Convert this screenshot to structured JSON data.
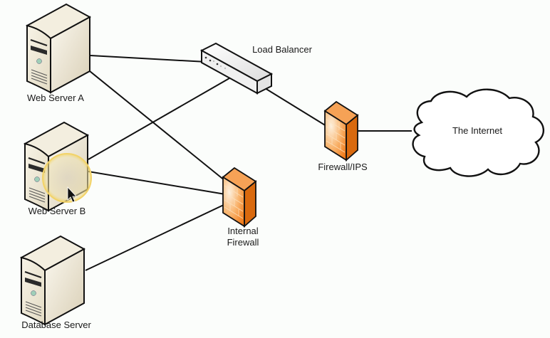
{
  "diagram": {
    "title": "Network Topology",
    "nodes": [
      {
        "id": "web_a",
        "label": "Web Server A",
        "type": "server"
      },
      {
        "id": "web_b",
        "label": "Web Server B",
        "type": "server"
      },
      {
        "id": "db",
        "label": "Database Server",
        "type": "server"
      },
      {
        "id": "lb",
        "label": "Load Balancer",
        "type": "load-balancer"
      },
      {
        "id": "int_fw",
        "label_line1": "Internal",
        "label_line2": "Firewall",
        "type": "firewall"
      },
      {
        "id": "fw_ips",
        "label": "Firewall/IPS",
        "type": "firewall"
      },
      {
        "id": "internet",
        "label": "The Internet",
        "type": "cloud"
      }
    ],
    "edges": [
      {
        "from": "web_a",
        "to": "lb"
      },
      {
        "from": "web_a",
        "to": "int_fw"
      },
      {
        "from": "web_b",
        "to": "lb"
      },
      {
        "from": "web_b",
        "to": "int_fw"
      },
      {
        "from": "db",
        "to": "int_fw"
      },
      {
        "from": "lb",
        "to": "fw_ips"
      },
      {
        "from": "fw_ips",
        "to": "internet"
      }
    ],
    "colors": {
      "server_light": "#f6f1e4",
      "server_dark": "#ddd3bb",
      "firewall_light": "#fbd2a0",
      "firewall_dark": "#f07a1c",
      "line": "#111111",
      "cursor_highlight": "#f3d35a"
    }
  }
}
